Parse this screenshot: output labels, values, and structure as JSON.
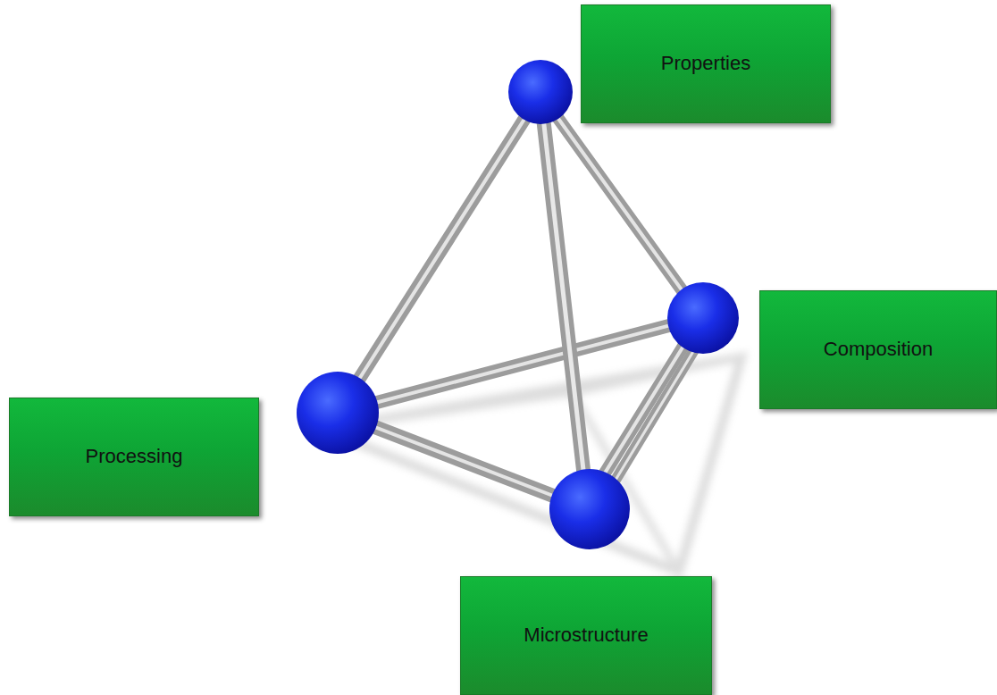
{
  "diagram": {
    "nodes": [
      {
        "text": [
          "Properties"
        ]
      },
      {
        "text": [
          "Composition"
        ]
      },
      {
        "text": [
          "Processing"
        ]
      },
      {
        "text": [
          "Microstructure"
        ]
      }
    ]
  }
}
